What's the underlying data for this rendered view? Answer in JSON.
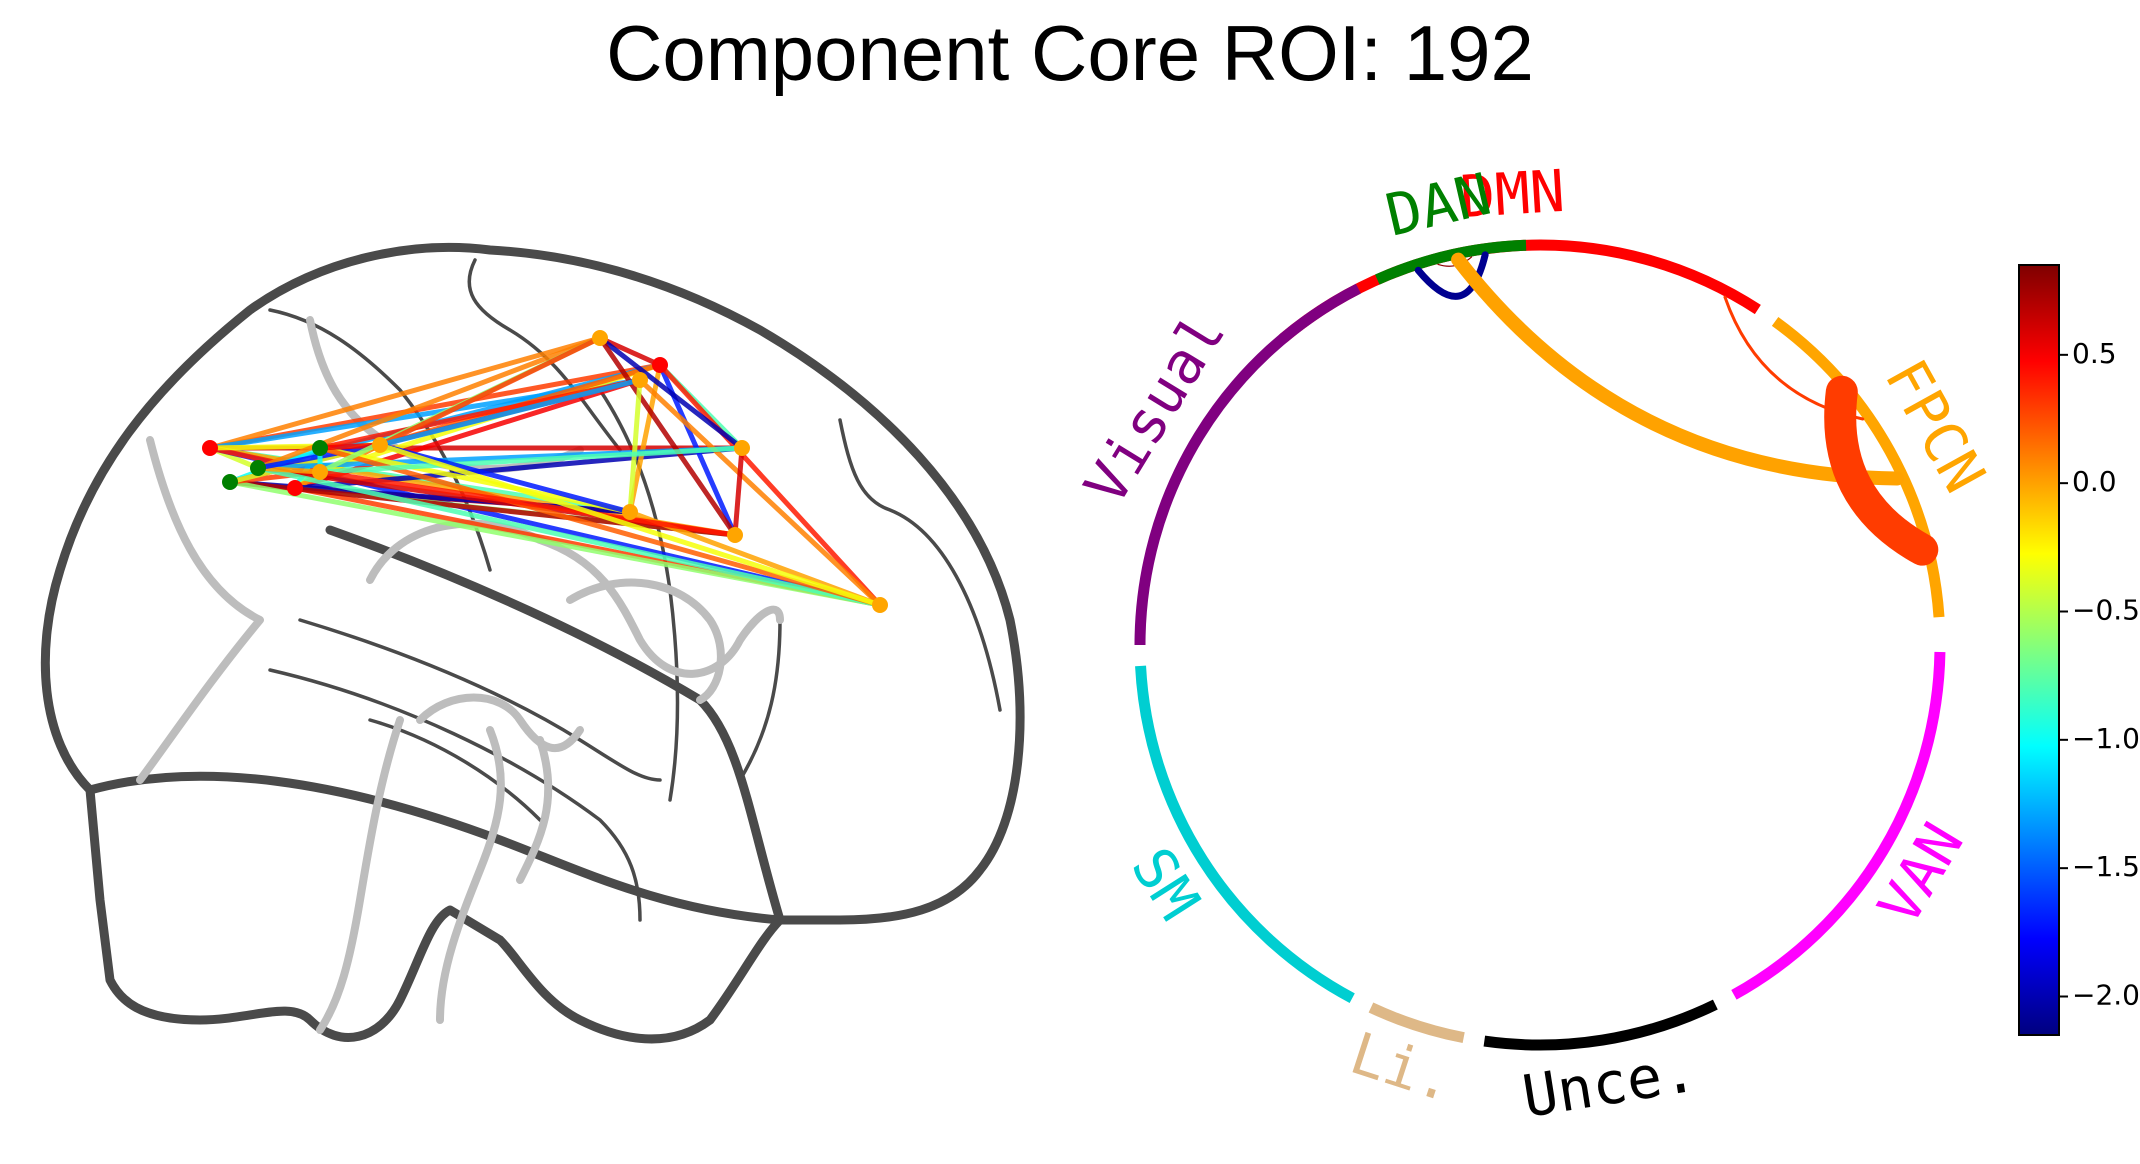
{
  "title": "Component Core ROI: 192",
  "networks": [
    {
      "label": "DMN",
      "color": "#ff0000"
    },
    {
      "label": "FPCN",
      "color": "#ffa500"
    },
    {
      "label": "VAN",
      "color": "#ff00ff"
    },
    {
      "label": "Unce.",
      "color": "#000000"
    },
    {
      "label": "Li.",
      "color": "#deb887"
    },
    {
      "label": "SM",
      "color": "#00ced1"
    },
    {
      "label": "Visual",
      "color": "#800080"
    },
    {
      "label": "DAN",
      "color": "#008000"
    }
  ],
  "colorbar": {
    "colormap": "jet",
    "min": -2.15,
    "max": 0.85,
    "ticks": [
      "0.5",
      "0.0",
      "−0.5",
      "−1.0",
      "−1.5",
      "−2.0"
    ]
  },
  "connections": [
    {
      "from": "DMN",
      "to": "DAN",
      "value": 0.8
    },
    {
      "from": "DMN",
      "to": "FPCN",
      "value": 0.3
    },
    {
      "from": "DAN",
      "to": "DAN",
      "value": -2.1
    },
    {
      "from": "DAN",
      "to": "FPCN",
      "value": 0.0
    },
    {
      "from": "FPCN",
      "to": "FPCN",
      "value": 0.3
    }
  ],
  "brain_nodes": [
    {
      "network": "DMN"
    },
    {
      "network": "DMN"
    },
    {
      "network": "DMN"
    },
    {
      "network": "DAN"
    },
    {
      "network": "DAN"
    },
    {
      "network": "DAN"
    },
    {
      "network": "FPCN"
    },
    {
      "network": "FPCN"
    },
    {
      "network": "FPCN"
    },
    {
      "network": "FPCN"
    },
    {
      "network": "FPCN"
    },
    {
      "network": "FPCN"
    },
    {
      "network": "FPCN"
    },
    {
      "network": "FPCN"
    }
  ]
}
